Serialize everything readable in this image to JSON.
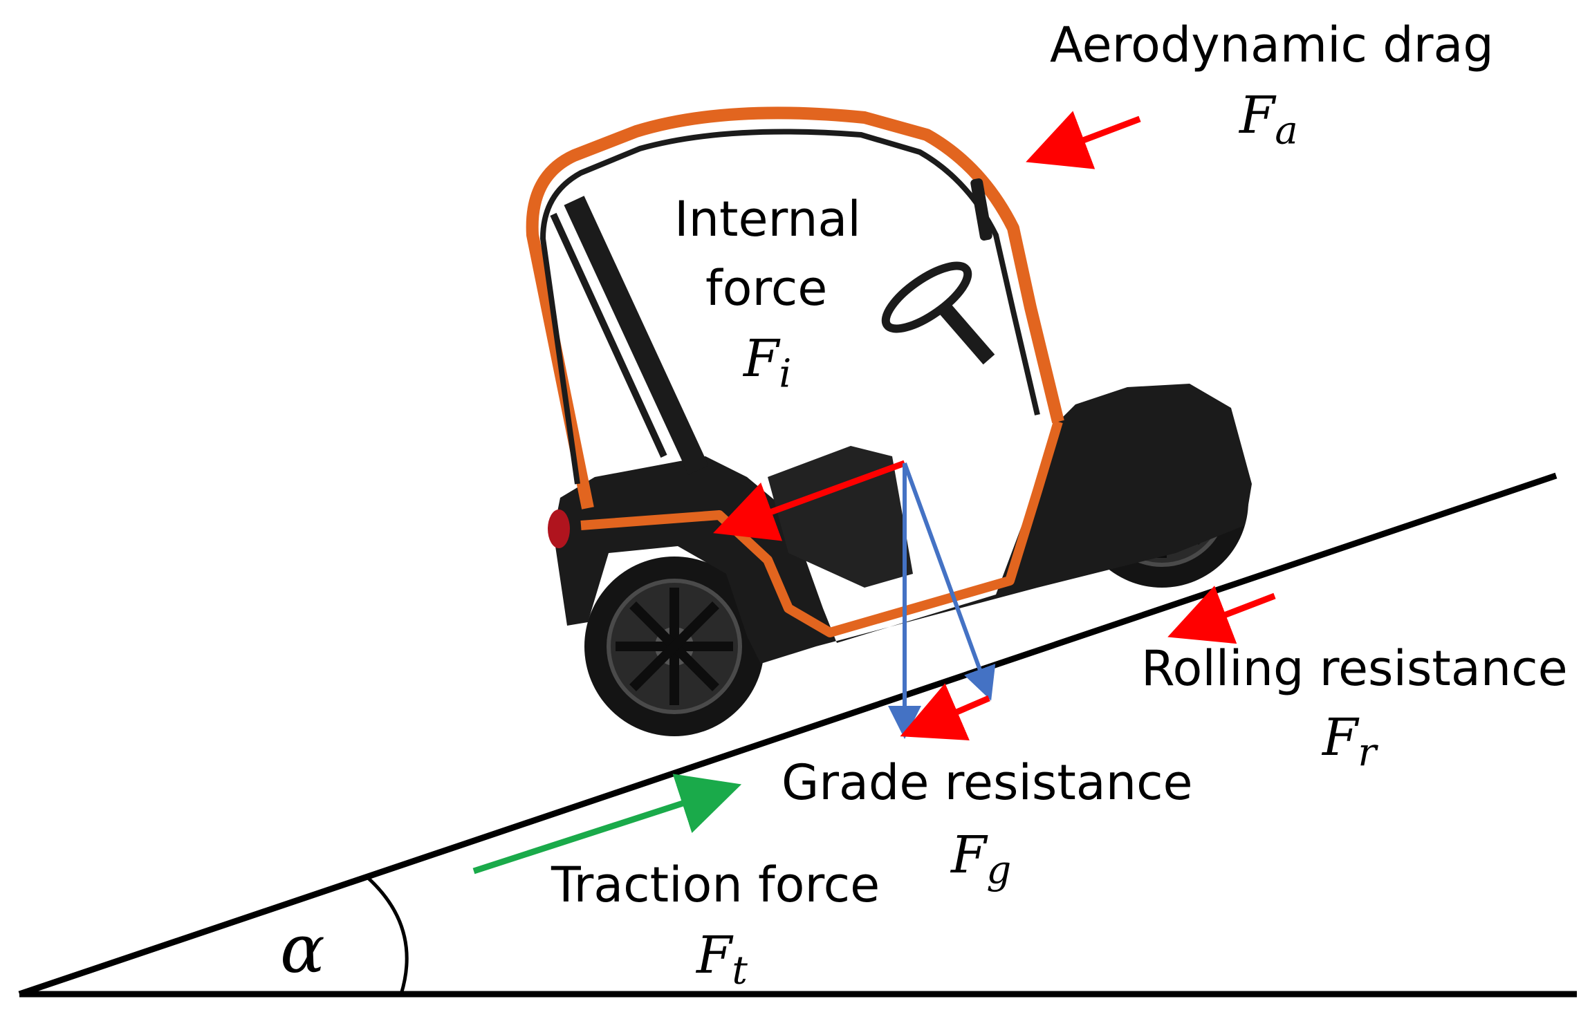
{
  "angle_symbol": "α",
  "forces": {
    "aerodynamic": {
      "label": "Aerodynamic drag",
      "symbol": "F",
      "sub": "a"
    },
    "internal": {
      "label_line1": "Internal",
      "label_line2": "force",
      "symbol": "F",
      "sub": "i"
    },
    "rolling": {
      "label": "Rolling resistance",
      "symbol": "F",
      "sub": "r"
    },
    "grade": {
      "label": "Grade resistance",
      "symbol": "F",
      "sub": "g"
    },
    "traction": {
      "label": "Traction force",
      "symbol": "F",
      "sub": "t"
    }
  },
  "colors": {
    "resistance_arrow": "#ff0000",
    "traction_arrow": "#1aaa4a",
    "gravity_arrow": "#4472c4",
    "vehicle_frame": "#e2651f",
    "vehicle_body": "#1b1b1b",
    "ground": "#000000"
  }
}
